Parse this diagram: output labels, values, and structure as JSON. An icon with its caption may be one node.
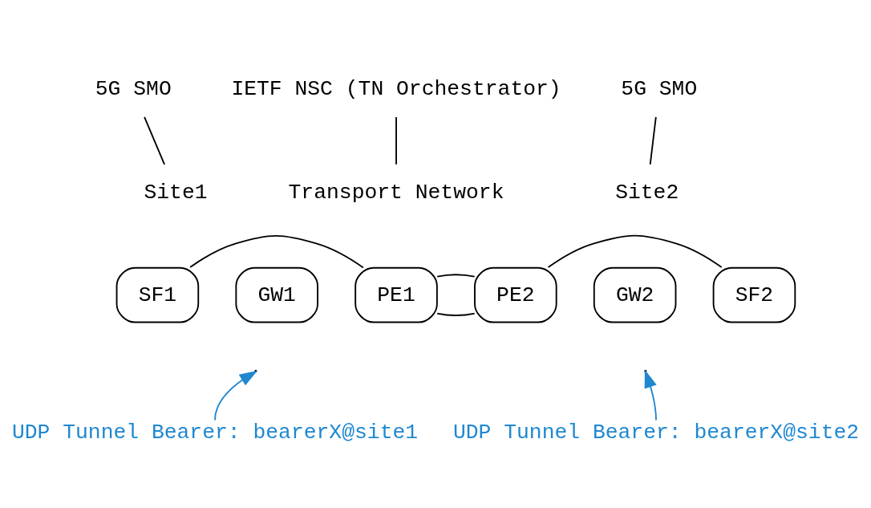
{
  "diagram": {
    "nodes": [
      {
        "text": [
          "5G SMO"
        ]
      },
      {
        "text": [
          "IETF NSC (TN Orchestrator)"
        ]
      },
      {
        "text": [
          "5G SMO"
        ]
      },
      {
        "text": [
          "Site1"
        ]
      },
      {
        "text": [
          "Transport Network"
        ]
      },
      {
        "text": [
          "Site2"
        ]
      },
      {
        "text": [
          "SF1"
        ]
      },
      {
        "text": [
          "GW1"
        ]
      },
      {
        "text": [
          "PE1"
        ]
      },
      {
        "text": [
          "PE2"
        ]
      },
      {
        "text": [
          "GW2"
        ]
      },
      {
        "text": [
          "SF2"
        ]
      },
      {
        "text": [
          "UDP Tunnel Bearer: bearerX@site1"
        ]
      },
      {
        "text": [
          "UDP Tunnel Bearer: bearerX@site2"
        ]
      }
    ],
    "edges": [
      {
        "from": 0,
        "to": 3,
        "arrow": "none"
      },
      {
        "from": 1,
        "to": 4,
        "arrow": "none"
      },
      {
        "from": 2,
        "to": 5,
        "arrow": "none"
      },
      {
        "from": 6,
        "to": 8,
        "arrow": "none"
      },
      {
        "from": 8,
        "to": 9,
        "arrow": "none"
      },
      {
        "from": 8,
        "to": 9,
        "arrow": "none"
      },
      {
        "from": 9,
        "to": 11,
        "arrow": "none"
      },
      {
        "from": 12,
        "to": null,
        "arrow": "to",
        "color": "#1f88d0"
      },
      {
        "from": 13,
        "to": null,
        "arrow": "to",
        "color": "#1f88d0"
      }
    ]
  }
}
